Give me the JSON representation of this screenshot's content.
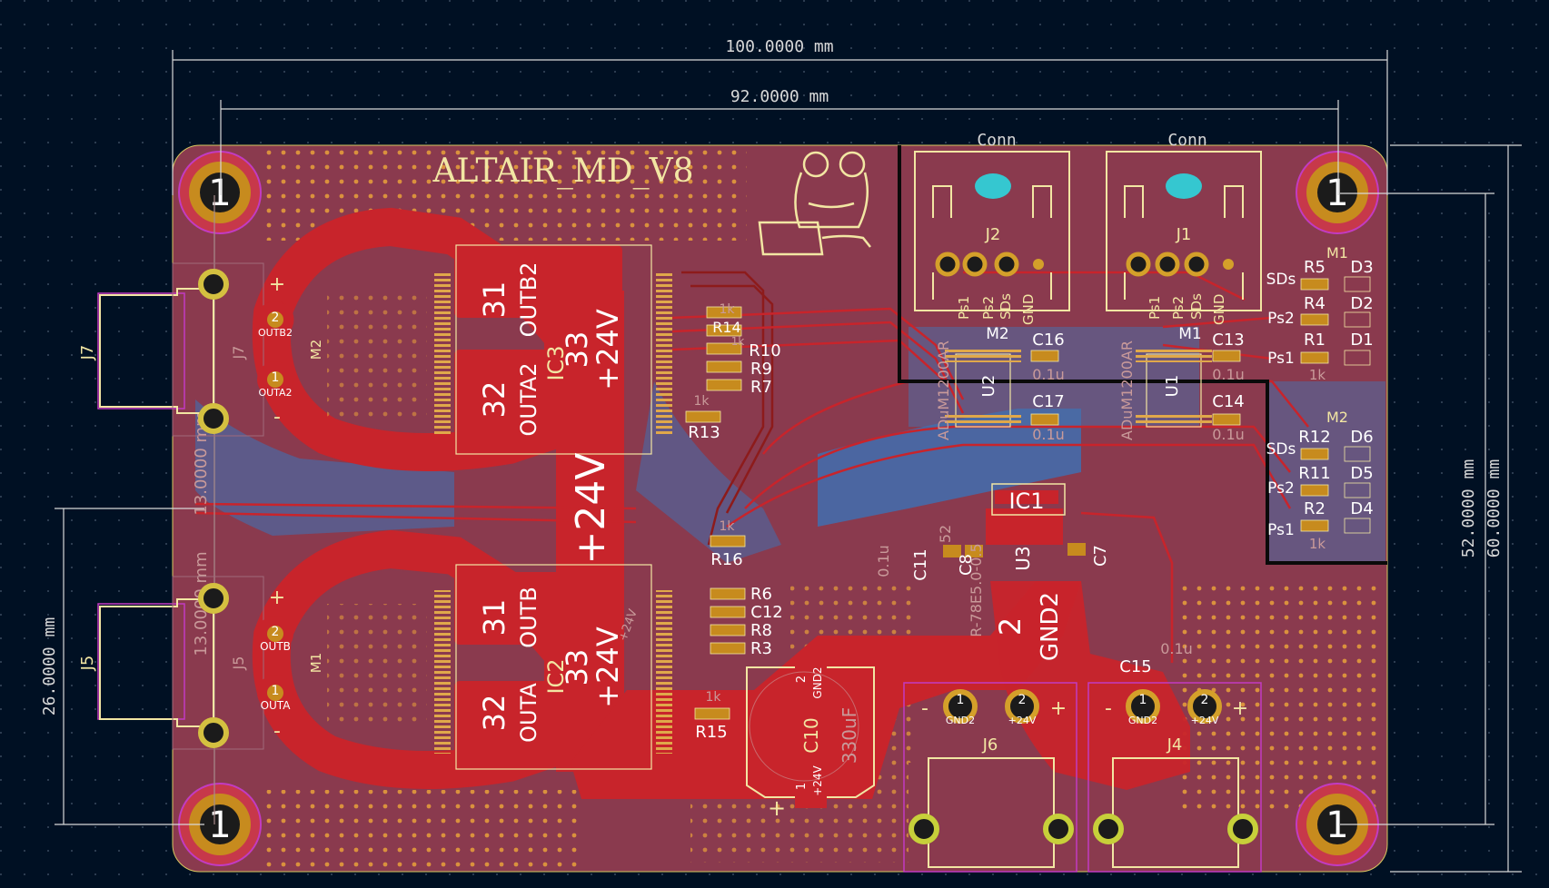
{
  "dimensions": {
    "top_width": "100.0000 mm",
    "inner_width": "92.0000 mm",
    "right_inner_height": "52.0000 mm",
    "right_outer_height": "60.0000 mm",
    "left_height": "26.0000 mm",
    "left_half_1": "13.0000 mm",
    "left_half_2": "13.0000 mm"
  },
  "board": {
    "title": "ALTAIR_MD_V8",
    "mounting_hole_label": "1"
  },
  "connectors": {
    "conn_label": "Conn",
    "j2": "J2",
    "j1": "J1",
    "j7": "J7",
    "j5": "J5",
    "j6": "J6",
    "j4": "J4",
    "j7_back": "J7",
    "j5_back": "J5"
  },
  "conn_pins": {
    "ps1": "Ps1",
    "ps2": "Ps2",
    "sds": "SDs",
    "gnd": "GND"
  },
  "motor_pins": {
    "outb2": "OUTB2",
    "outa2": "OUTA2",
    "outb": "OUTB",
    "outa": "OUTA",
    "plus": "+",
    "minus": "-",
    "pin1": "1",
    "pin2": "2",
    "m2": "M2",
    "m1": "M1"
  },
  "ic3": {
    "ref": "IC3",
    "pad31": "31",
    "pad32": "32",
    "pad33": "33",
    "net31": "OUTB2",
    "net32": "OUTA2",
    "net33": "+24V"
  },
  "ic2": {
    "ref": "IC2",
    "pad31": "31",
    "pad32": "32",
    "pad33": "33",
    "net31": "OUTB",
    "net32": "OUTA",
    "net33": "+24V",
    "small": "+24V"
  },
  "center_net": "+24V",
  "resistors_top": {
    "r14": "R14",
    "r10": "R10",
    "r9": "R9",
    "r7": "R7",
    "r13": "R13",
    "val1": "1k",
    "val2": "1k",
    "val3": "1k"
  },
  "resistors_mid": {
    "r16": "R16",
    "r6": "R6",
    "c12": "C12",
    "r8": "R8",
    "r3": "R3",
    "r15": "R15",
    "val1": "1k",
    "val2": "1k"
  },
  "isolators": {
    "u2": "U2",
    "u1": "U1",
    "part": "ADuM1200AR",
    "c16": "C16",
    "c17": "C17",
    "c13": "C13",
    "c14": "C14",
    "cap_val": "0.1u",
    "m2": "M2",
    "m1": "M1"
  },
  "leds_m1": {
    "header": "M1",
    "sds": "SDs",
    "ps2": "Ps2",
    "ps1": "Ps1",
    "r5": "R5",
    "r4": "R4",
    "r1": "R1",
    "d3": "D3",
    "d2": "D2",
    "d1": "D1",
    "val": "1k"
  },
  "leds_m2": {
    "header": "M2",
    "sds": "SDs",
    "ps2": "Ps2",
    "ps1": "Ps1",
    "r12": "R12",
    "r11": "R11",
    "r2": "R2",
    "d6": "D6",
    "d5": "D5",
    "d4": "D4",
    "val": "1k"
  },
  "regulator": {
    "ic1": "IC1",
    "u3": "U3",
    "c11": "C11",
    "c8": "C8",
    "c7": "C7",
    "c15": "C15",
    "c11_val": "0.1u",
    "c15_val": "0.1u",
    "pkg": "R-78E5.0-0.5",
    "gnd2": "GND2",
    "pad2": "2",
    "num52": "52"
  },
  "bulk_cap": {
    "ref": "C10",
    "value": "330uF",
    "pin2": "2",
    "net2": "GND2",
    "pin1": "1",
    "net1": "+24V",
    "plus": "+"
  },
  "power_pins": {
    "gnd2": "GND2",
    "p24": "+24V",
    "n1": "1",
    "n2": "2",
    "minus": "-",
    "plus": "+"
  },
  "colors": {
    "background": "#001023",
    "copper_front": "#c8242b",
    "copper_back": "#3f6fb0",
    "board_fill": "#8a3a4e",
    "silkscreen": "#f2e6a3",
    "via": "#e8a03a",
    "pad": "#d4a02a",
    "mounting_hole": "#c78b1e",
    "courtyard": "#c23bc2",
    "dimension": "#d8d8d8",
    "plated_hole_ring": "#c7d03a",
    "led_teal": "#35c7d0"
  }
}
